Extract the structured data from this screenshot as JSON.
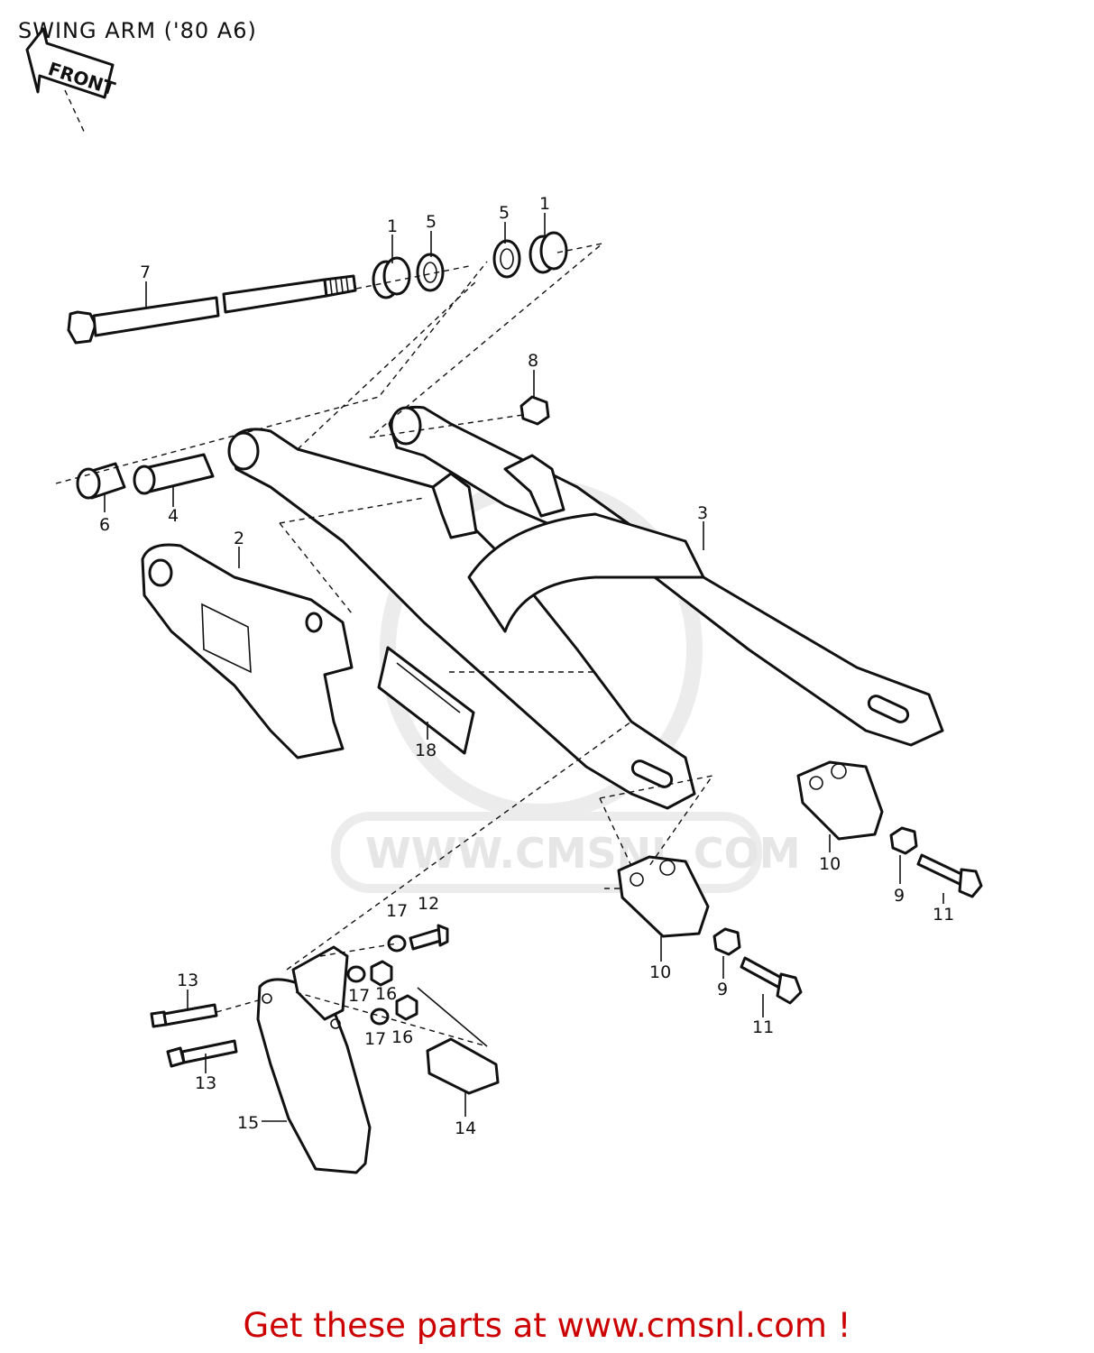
{
  "title": "SWING ARM ('80 A6)",
  "front_arrow_label": "FRONT",
  "watermark_text": "WWW.CMSNL.COM",
  "footer_link": "Get these parts at www.cmsnl.com !",
  "colors": {
    "footer": "#cc0000",
    "lines": "#111111",
    "watermark": "#e6e6e6"
  },
  "callouts": {
    "c7": "7",
    "c1a": "1",
    "c5a": "5",
    "c5b": "5",
    "c1b": "1",
    "c8": "8",
    "c6": "6",
    "c4": "4",
    "c2": "2",
    "c3": "3",
    "c18": "18",
    "c10a": "10",
    "c9a": "9",
    "c11a": "11",
    "c10b": "10",
    "c9b": "9",
    "c11b": "11",
    "c17a": "17",
    "c12": "12",
    "c13a": "13",
    "c17b": "17",
    "c16a": "16",
    "c17c": "17",
    "c16b": "16",
    "c13b": "13",
    "c15": "15",
    "c14": "14"
  }
}
